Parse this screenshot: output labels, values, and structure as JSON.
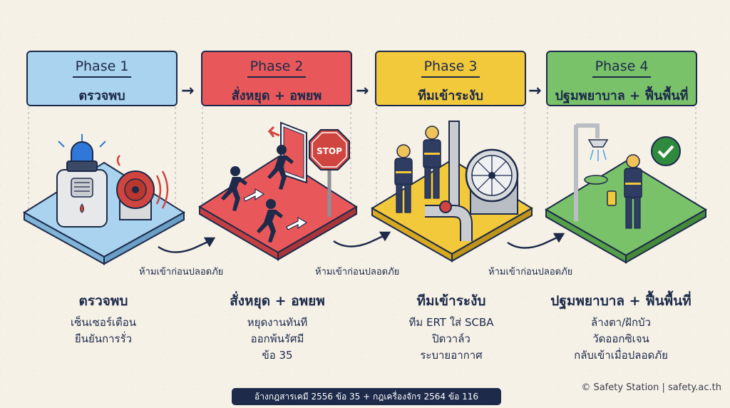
{
  "phases": [
    {
      "phase": "Phase 1",
      "title": "ตรวจพบ",
      "heading": "ตรวจพบ",
      "lines": [
        "เซ็นเซอร์เตือน",
        "ยืนยันการรั่ว"
      ],
      "color": "#a9d3ee"
    },
    {
      "phase": "Phase 2",
      "title": "สั่งหยุด + อพยพ",
      "heading": "สั่งหยุด + อพยพ",
      "lines": [
        "หยุดงานทันที",
        "ออกพ้นรัศมี",
        "ข้อ 35"
      ],
      "color": "#e8585a"
    },
    {
      "phase": "Phase 3",
      "title": "ทีมเข้าระงับ",
      "heading": "ทีมเข้าระงับ",
      "lines": [
        "ทีม ERT ใส่ SCBA",
        "ปิดวาล์ว",
        "ระบายอากาศ"
      ],
      "color": "#f2c93a"
    },
    {
      "phase": "Phase 4",
      "title": "ปฐมพยาบาล + ฟื้นพื้นที่",
      "heading": "ปฐมพยาบาล + ฟื้นพื้นที่",
      "lines": [
        "ล้างตา/ฝักบัว",
        "วัดออกซิเจน",
        "กลับเข้าเมื่อปลอดภัย"
      ],
      "color": "#79c26a"
    }
  ],
  "warnings": [
    "ห้ามเข้าก่อนปลอดภัย",
    "ห้ามเข้าก่อนปลอดภัย",
    "ห้ามเข้าก่อนปลอดภัย"
  ],
  "stop_sign": "STOP",
  "footer": "อ้างกฎสารเคมี 2556 ข้อ 35 + กฎเครื่องจักร 2564 ข้อ 116",
  "credit": "© Safety Station | safety.ac.th"
}
